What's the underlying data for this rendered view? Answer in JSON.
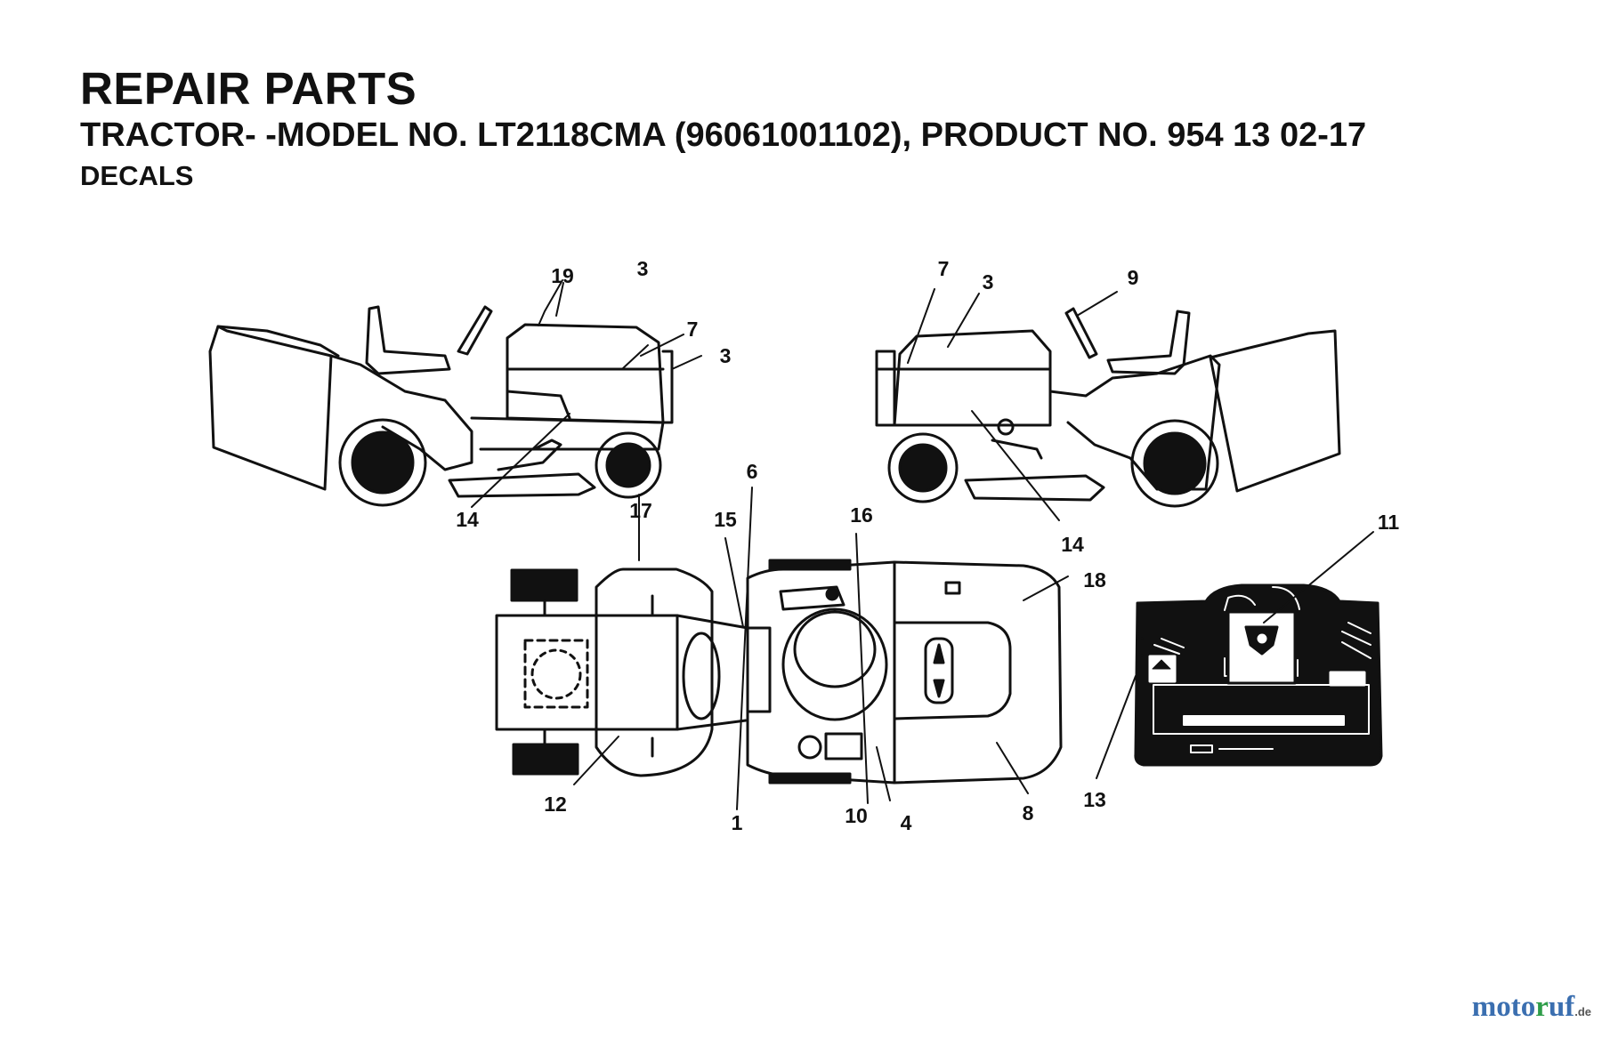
{
  "header": {
    "title": "REPAIR PARTS",
    "subtitle": "TRACTOR- -MODEL NO. LT2118CMA (96061001102), PRODUCT NO. 954 13 02-17",
    "section": "DECALS"
  },
  "diagram": {
    "views": [
      "left-side-view",
      "right-side-view",
      "top-view",
      "rear-panel-view"
    ],
    "callouts": {
      "left_side": [
        "19",
        "3",
        "7",
        "3",
        "14"
      ],
      "right_side": [
        "7",
        "3",
        "9",
        "14"
      ],
      "top_view": [
        "6",
        "17",
        "15",
        "16",
        "18",
        "12",
        "1",
        "10",
        "4",
        "8"
      ],
      "rear_panel": [
        "11",
        "13"
      ]
    }
  },
  "watermark": {
    "part1": "moto",
    "part2": "r",
    "part3": "uf",
    "part4": ".de"
  },
  "colors": {
    "line": "#111111",
    "watermark_blue": "#3b6fb0",
    "watermark_green": "#2f9d4a"
  }
}
